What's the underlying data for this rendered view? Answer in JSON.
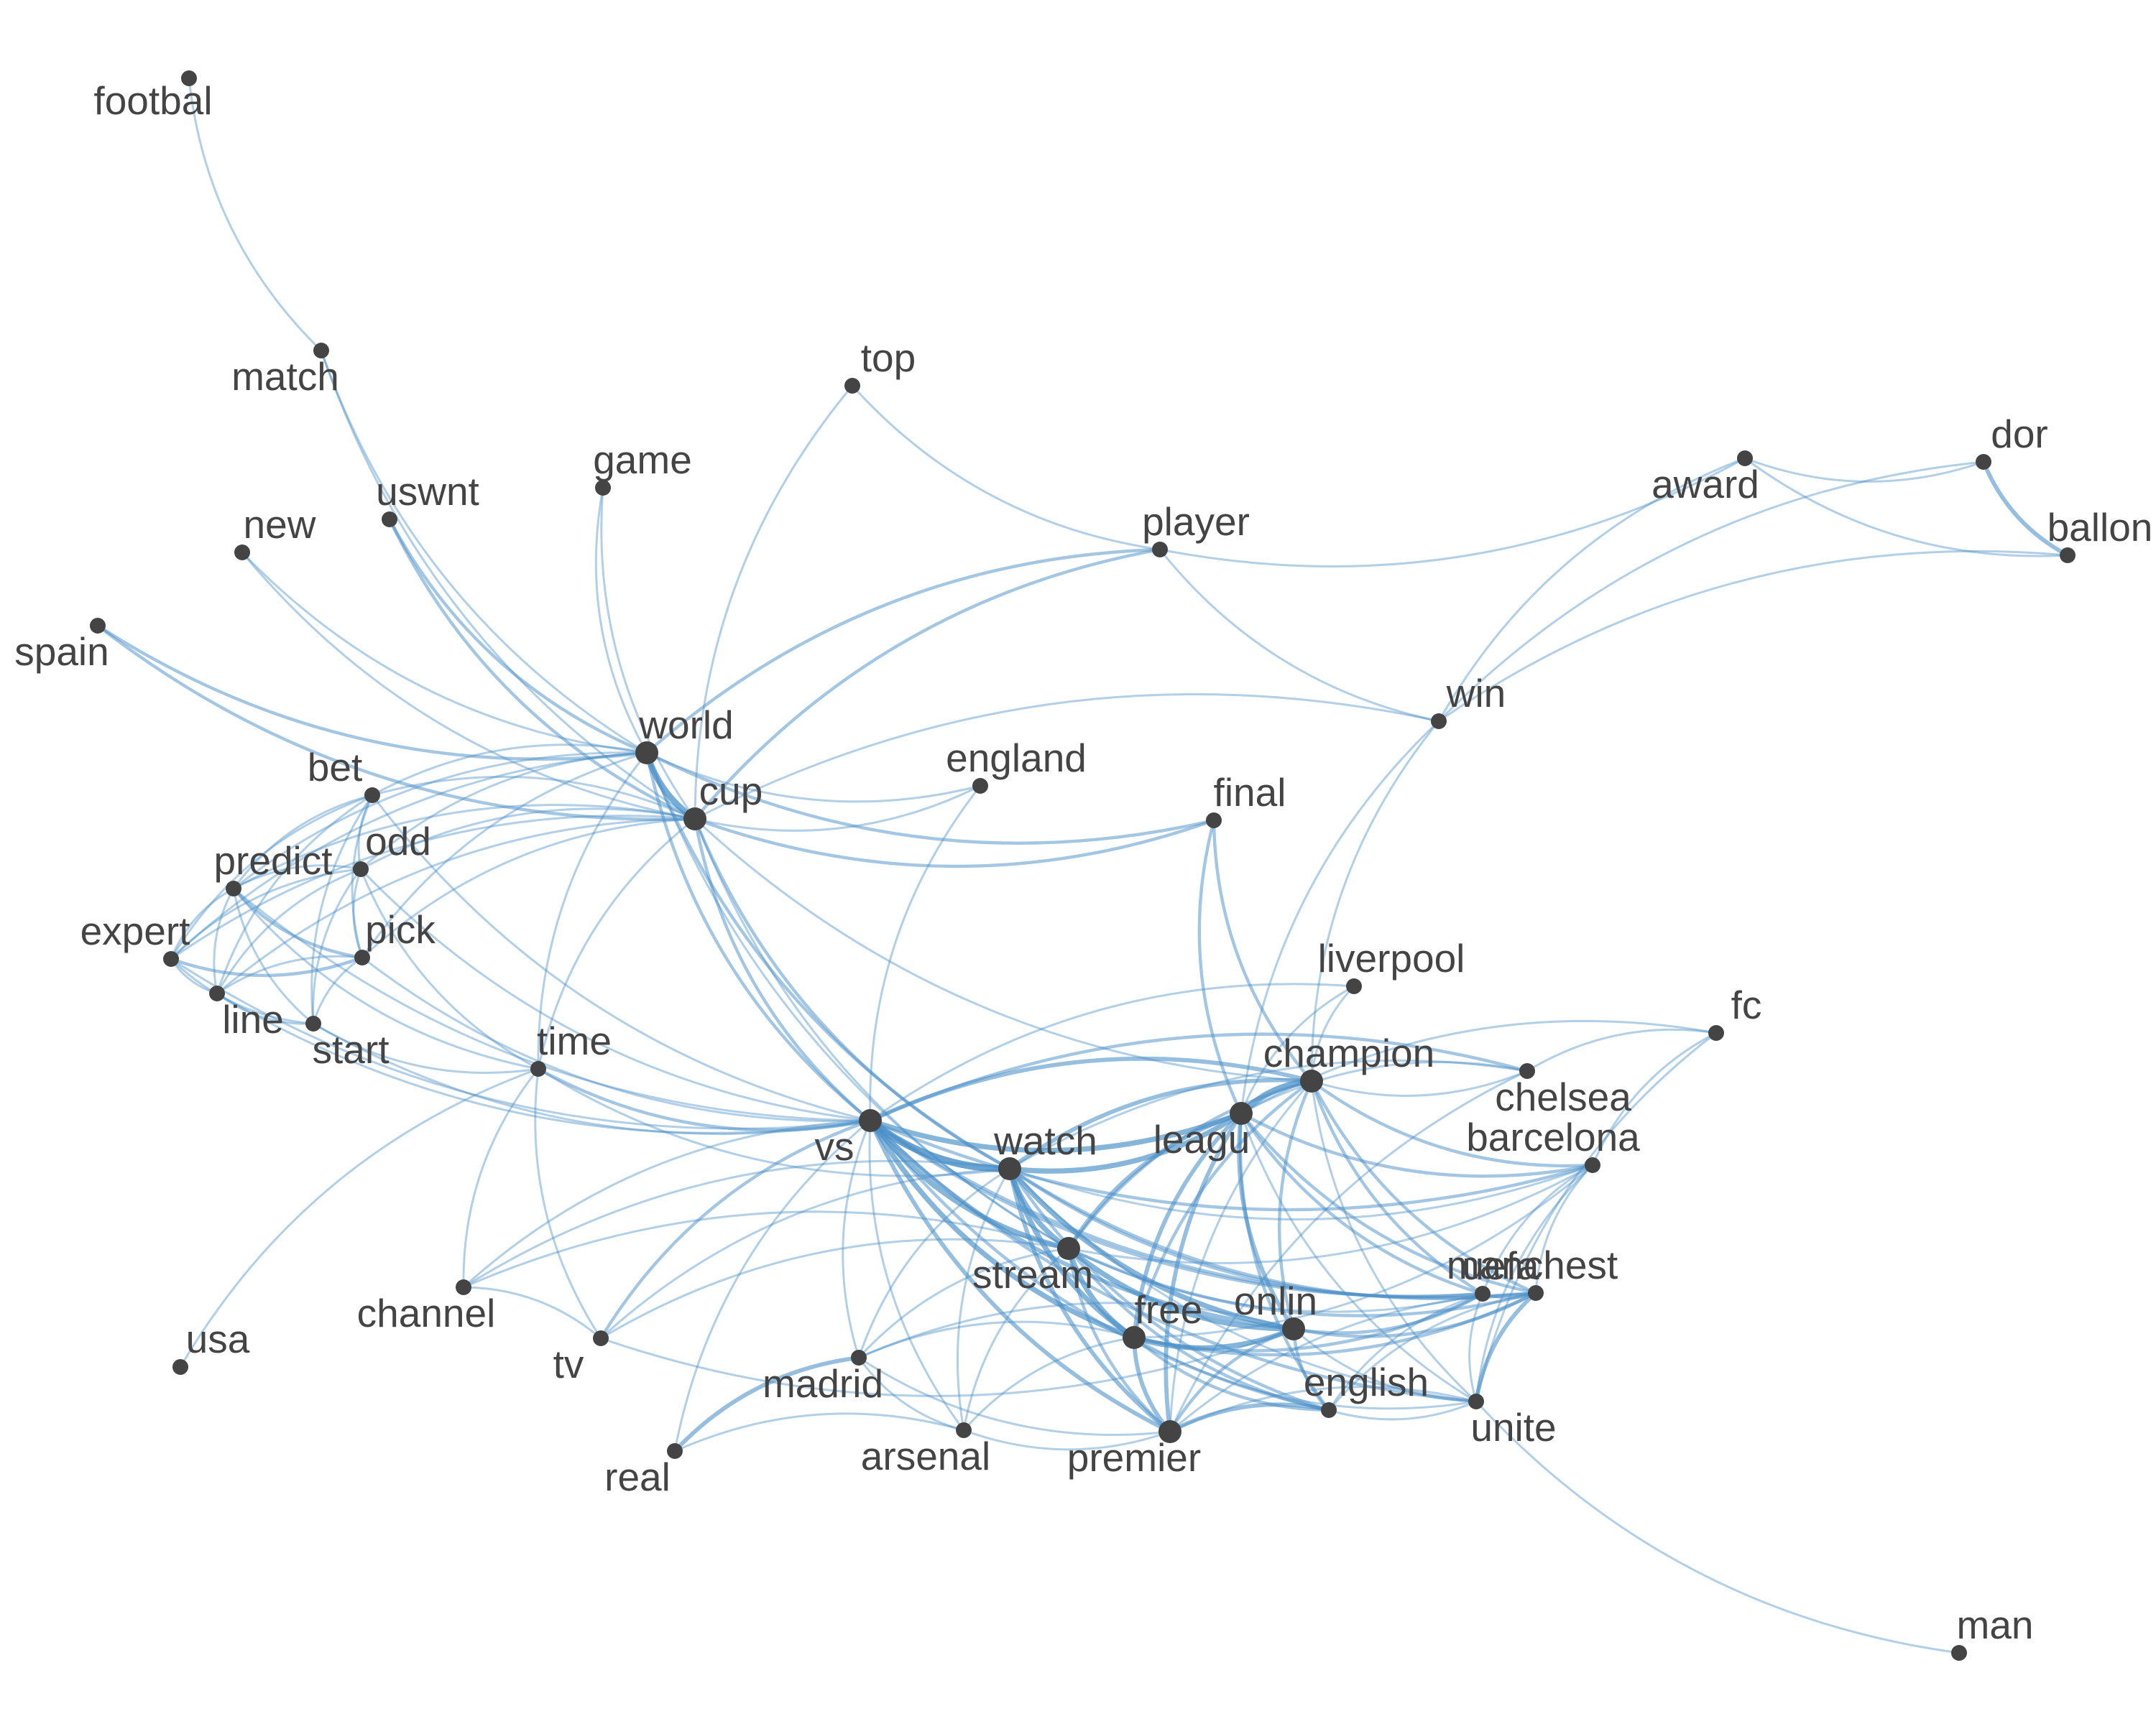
{
  "graph": {
    "type": "word-cooccurrence-network",
    "colors": {
      "node": "#444444",
      "edge": "#4a90c8",
      "label": "#444444",
      "background": "#ffffff"
    },
    "nodes": [
      {
        "id": "footbal"
      },
      {
        "id": "match"
      },
      {
        "id": "top"
      },
      {
        "id": "game"
      },
      {
        "id": "uswnt"
      },
      {
        "id": "new"
      },
      {
        "id": "spain"
      },
      {
        "id": "player"
      },
      {
        "id": "award"
      },
      {
        "id": "dor"
      },
      {
        "id": "ballon"
      },
      {
        "id": "win"
      },
      {
        "id": "world"
      },
      {
        "id": "cup"
      },
      {
        "id": "england"
      },
      {
        "id": "final"
      },
      {
        "id": "bet"
      },
      {
        "id": "odd"
      },
      {
        "id": "predict"
      },
      {
        "id": "expert"
      },
      {
        "id": "pick"
      },
      {
        "id": "line"
      },
      {
        "id": "start"
      },
      {
        "id": "time"
      },
      {
        "id": "liverpool"
      },
      {
        "id": "fc"
      },
      {
        "id": "champion"
      },
      {
        "id": "chelsea"
      },
      {
        "id": "vs"
      },
      {
        "id": "watch"
      },
      {
        "id": "leagu"
      },
      {
        "id": "barcelona"
      },
      {
        "id": "stream"
      },
      {
        "id": "uefa"
      },
      {
        "id": "free"
      },
      {
        "id": "onlin"
      },
      {
        "id": "manchest"
      },
      {
        "id": "english"
      },
      {
        "id": "unite"
      },
      {
        "id": "usa"
      },
      {
        "id": "channel"
      },
      {
        "id": "tv"
      },
      {
        "id": "madrid"
      },
      {
        "id": "arsenal"
      },
      {
        "id": "real"
      },
      {
        "id": "premier"
      },
      {
        "id": "man"
      }
    ],
    "edges": [
      [
        "footbal",
        "match",
        1
      ],
      [
        "match",
        "world",
        1
      ],
      [
        "match",
        "cup",
        1
      ],
      [
        "top",
        "player",
        1
      ],
      [
        "top",
        "cup",
        1
      ],
      [
        "game",
        "world",
        1
      ],
      [
        "game",
        "cup",
        1
      ],
      [
        "uswnt",
        "world",
        2
      ],
      [
        "uswnt",
        "cup",
        2
      ],
      [
        "new",
        "world",
        1
      ],
      [
        "new",
        "cup",
        1
      ],
      [
        "spain",
        "world",
        2
      ],
      [
        "spain",
        "cup",
        2
      ],
      [
        "player",
        "world",
        2
      ],
      [
        "player",
        "cup",
        2
      ],
      [
        "player",
        "award",
        1
      ],
      [
        "player",
        "win",
        1
      ],
      [
        "award",
        "dor",
        1
      ],
      [
        "award",
        "ballon",
        1
      ],
      [
        "award",
        "win",
        1
      ],
      [
        "dor",
        "ballon",
        3
      ],
      [
        "dor",
        "win",
        1
      ],
      [
        "ballon",
        "win",
        1
      ],
      [
        "win",
        "cup",
        1
      ],
      [
        "win",
        "champion",
        1
      ],
      [
        "win",
        "leagu",
        1
      ],
      [
        "world",
        "cup",
        5
      ],
      [
        "world",
        "england",
        1
      ],
      [
        "world",
        "final",
        2
      ],
      [
        "world",
        "vs",
        2
      ],
      [
        "world",
        "time",
        1
      ],
      [
        "world",
        "bet",
        1
      ],
      [
        "world",
        "predict",
        1
      ],
      [
        "world",
        "odd",
        1
      ],
      [
        "world",
        "pick",
        1
      ],
      [
        "world",
        "expert",
        1
      ],
      [
        "world",
        "watch",
        2
      ],
      [
        "world",
        "stream",
        1
      ],
      [
        "cup",
        "england",
        1
      ],
      [
        "cup",
        "final",
        2
      ],
      [
        "cup",
        "vs",
        2
      ],
      [
        "cup",
        "time",
        1
      ],
      [
        "cup",
        "bet",
        1
      ],
      [
        "cup",
        "predict",
        1
      ],
      [
        "cup",
        "odd",
        1
      ],
      [
        "cup",
        "pick",
        1
      ],
      [
        "cup",
        "expert",
        1
      ],
      [
        "cup",
        "line",
        1
      ],
      [
        "cup",
        "watch",
        2
      ],
      [
        "cup",
        "stream",
        1
      ],
      [
        "cup",
        "champion",
        1
      ],
      [
        "england",
        "vs",
        1
      ],
      [
        "final",
        "champion",
        2
      ],
      [
        "final",
        "leagu",
        2
      ],
      [
        "bet",
        "odd",
        1
      ],
      [
        "bet",
        "predict",
        1
      ],
      [
        "bet",
        "pick",
        1
      ],
      [
        "bet",
        "line",
        1
      ],
      [
        "bet",
        "expert",
        1
      ],
      [
        "bet",
        "vs",
        1
      ],
      [
        "bet",
        "start",
        1
      ],
      [
        "odd",
        "predict",
        1
      ],
      [
        "odd",
        "pick",
        1
      ],
      [
        "odd",
        "expert",
        1
      ],
      [
        "odd",
        "line",
        1
      ],
      [
        "odd",
        "start",
        1
      ],
      [
        "odd",
        "vs",
        1
      ],
      [
        "odd",
        "time",
        1
      ],
      [
        "predict",
        "expert",
        1
      ],
      [
        "predict",
        "pick",
        2
      ],
      [
        "predict",
        "line",
        1
      ],
      [
        "predict",
        "start",
        1
      ],
      [
        "predict",
        "vs",
        1
      ],
      [
        "predict",
        "time",
        1
      ],
      [
        "expert",
        "pick",
        2
      ],
      [
        "expert",
        "line",
        1
      ],
      [
        "expert",
        "start",
        1
      ],
      [
        "expert",
        "vs",
        1
      ],
      [
        "pick",
        "line",
        1
      ],
      [
        "pick",
        "start",
        1
      ],
      [
        "pick",
        "vs",
        1
      ],
      [
        "line",
        "start",
        1
      ],
      [
        "line",
        "vs",
        1
      ],
      [
        "start",
        "vs",
        1
      ],
      [
        "start",
        "time",
        1
      ],
      [
        "time",
        "vs",
        2
      ],
      [
        "time",
        "watch",
        1
      ],
      [
        "time",
        "channel",
        1
      ],
      [
        "time",
        "tv",
        1
      ],
      [
        "time",
        "usa",
        1
      ],
      [
        "liverpool",
        "vs",
        1
      ],
      [
        "liverpool",
        "champion",
        1
      ],
      [
        "liverpool",
        "leagu",
        1
      ],
      [
        "fc",
        "chelsea",
        1
      ],
      [
        "fc",
        "barcelona",
        1
      ],
      [
        "fc",
        "unite",
        1
      ],
      [
        "fc",
        "leagu",
        1
      ],
      [
        "champion",
        "leagu",
        5
      ],
      [
        "champion",
        "vs",
        3
      ],
      [
        "champion",
        "watch",
        3
      ],
      [
        "champion",
        "stream",
        2
      ],
      [
        "champion",
        "free",
        2
      ],
      [
        "champion",
        "onlin",
        2
      ],
      [
        "champion",
        "uefa",
        2
      ],
      [
        "champion",
        "chelsea",
        1
      ],
      [
        "champion",
        "barcelona",
        2
      ],
      [
        "champion",
        "manchest",
        2
      ],
      [
        "champion",
        "unite",
        1
      ],
      [
        "champion",
        "premier",
        1
      ],
      [
        "chelsea",
        "vs",
        2
      ],
      [
        "chelsea",
        "watch",
        1
      ],
      [
        "chelsea",
        "leagu",
        1
      ],
      [
        "chelsea",
        "premier",
        1
      ],
      [
        "vs",
        "watch",
        6
      ],
      [
        "vs",
        "leagu",
        4
      ],
      [
        "vs",
        "stream",
        4
      ],
      [
        "vs",
        "free",
        4
      ],
      [
        "vs",
        "onlin",
        3
      ],
      [
        "vs",
        "barcelona",
        2
      ],
      [
        "vs",
        "uefa",
        2
      ],
      [
        "vs",
        "manchest",
        2
      ],
      [
        "vs",
        "english",
        2
      ],
      [
        "vs",
        "unite",
        2
      ],
      [
        "vs",
        "premier",
        3
      ],
      [
        "vs",
        "madrid",
        1
      ],
      [
        "vs",
        "arsenal",
        1
      ],
      [
        "vs",
        "real",
        1
      ],
      [
        "vs",
        "tv",
        2
      ],
      [
        "vs",
        "channel",
        1
      ],
      [
        "watch",
        "leagu",
        4
      ],
      [
        "watch",
        "stream",
        4
      ],
      [
        "watch",
        "free",
        4
      ],
      [
        "watch",
        "onlin",
        4
      ],
      [
        "watch",
        "premier",
        3
      ],
      [
        "watch",
        "english",
        2
      ],
      [
        "watch",
        "manchest",
        2
      ],
      [
        "watch",
        "uefa",
        2
      ],
      [
        "watch",
        "unite",
        1
      ],
      [
        "watch",
        "barcelona",
        1
      ],
      [
        "watch",
        "madrid",
        1
      ],
      [
        "watch",
        "arsenal",
        1
      ],
      [
        "watch",
        "tv",
        1
      ],
      [
        "watch",
        "channel",
        1
      ],
      [
        "leagu",
        "stream",
        3
      ],
      [
        "leagu",
        "free",
        3
      ],
      [
        "leagu",
        "onlin",
        3
      ],
      [
        "leagu",
        "premier",
        3
      ],
      [
        "leagu",
        "english",
        2
      ],
      [
        "leagu",
        "uefa",
        2
      ],
      [
        "leagu",
        "manchest",
        2
      ],
      [
        "leagu",
        "barcelona",
        2
      ],
      [
        "leagu",
        "unite",
        1
      ],
      [
        "stream",
        "free",
        4
      ],
      [
        "stream",
        "onlin",
        4
      ],
      [
        "stream",
        "premier",
        2
      ],
      [
        "stream",
        "english",
        2
      ],
      [
        "stream",
        "manchest",
        2
      ],
      [
        "stream",
        "uefa",
        1
      ],
      [
        "stream",
        "barcelona",
        1
      ],
      [
        "stream",
        "madrid",
        1
      ],
      [
        "stream",
        "arsenal",
        1
      ],
      [
        "stream",
        "tv",
        1
      ],
      [
        "stream",
        "channel",
        1
      ],
      [
        "free",
        "onlin",
        4
      ],
      [
        "free",
        "premier",
        3
      ],
      [
        "free",
        "english",
        2
      ],
      [
        "free",
        "manchest",
        2
      ],
      [
        "free",
        "uefa",
        2
      ],
      [
        "free",
        "barcelona",
        1
      ],
      [
        "free",
        "madrid",
        1
      ],
      [
        "free",
        "arsenal",
        1
      ],
      [
        "free",
        "unite",
        1
      ],
      [
        "onlin",
        "premier",
        2
      ],
      [
        "onlin",
        "english",
        2
      ],
      [
        "onlin",
        "manchest",
        2
      ],
      [
        "onlin",
        "uefa",
        2
      ],
      [
        "onlin",
        "unite",
        1
      ],
      [
        "onlin",
        "madrid",
        1
      ],
      [
        "barcelona",
        "uefa",
        1
      ],
      [
        "barcelona",
        "manchest",
        1
      ],
      [
        "barcelona",
        "unite",
        1
      ],
      [
        "uefa",
        "manchest",
        1
      ],
      [
        "uefa",
        "unite",
        1
      ],
      [
        "uefa",
        "english",
        1
      ],
      [
        "manchest",
        "unite",
        3
      ],
      [
        "manchest",
        "english",
        1
      ],
      [
        "manchest",
        "premier",
        1
      ],
      [
        "english",
        "premier",
        3
      ],
      [
        "english",
        "unite",
        1
      ],
      [
        "unite",
        "premier",
        1
      ],
      [
        "unite",
        "man",
        1
      ],
      [
        "madrid",
        "real",
        3
      ],
      [
        "madrid",
        "arsenal",
        1
      ],
      [
        "madrid",
        "premier",
        1
      ],
      [
        "arsenal",
        "premier",
        1
      ],
      [
        "arsenal",
        "real",
        1
      ],
      [
        "tv",
        "channel",
        1
      ],
      [
        "tv",
        "onlin",
        1
      ]
    ]
  }
}
